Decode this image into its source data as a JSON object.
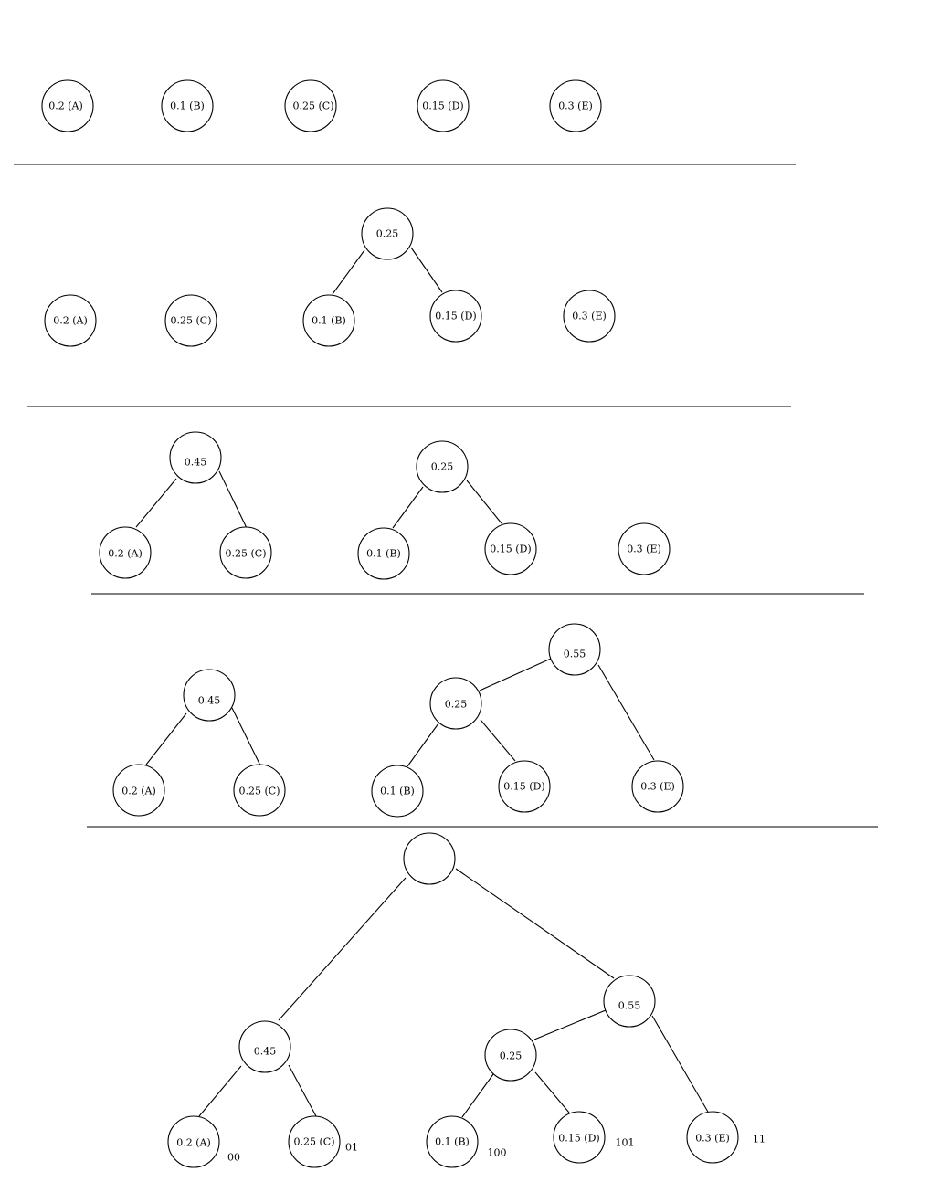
{
  "nodes": {
    "s1_a": "0.2 (A)",
    "s1_b": "0.1 (B)",
    "s1_c": "0.25 (C)",
    "s1_d": "0.15 (D)",
    "s1_e": "0.3 (E)",
    "s2_a": "0.2 (A)",
    "s2_c": "0.25 (C)",
    "s2_bd": "0.25",
    "s2_b": "0.1 (B)",
    "s2_d": "0.15 (D)",
    "s2_e": "0.3 (E)",
    "s3_ac": "0.45",
    "s3_a": "0.2 (A)",
    "s3_c": "0.25 (C)",
    "s3_bd": "0.25",
    "s3_b": "0.1 (B)",
    "s3_d": "0.15 (D)",
    "s3_e": "0.3 (E)",
    "s4_ac": "0.45",
    "s4_a": "0.2 (A)",
    "s4_c": "0.25 (C)",
    "s4_bde": "0.55",
    "s4_bd": "0.25",
    "s4_b": "0.1 (B)",
    "s4_d": "0.15 (D)",
    "s4_e": "0.3 (E)",
    "s5_root": "",
    "s5_ac": "0.45",
    "s5_a": "0.2 (A)",
    "s5_c": "0.25 (C)",
    "s5_bde": "0.55",
    "s5_bd": "0.25",
    "s5_b": "0.1 (B)",
    "s5_d": "0.15 (D)",
    "s5_e": "0.3 (E)"
  },
  "codes": {
    "a": "00",
    "c": "01",
    "b": "100",
    "d": "101",
    "e": "11"
  }
}
